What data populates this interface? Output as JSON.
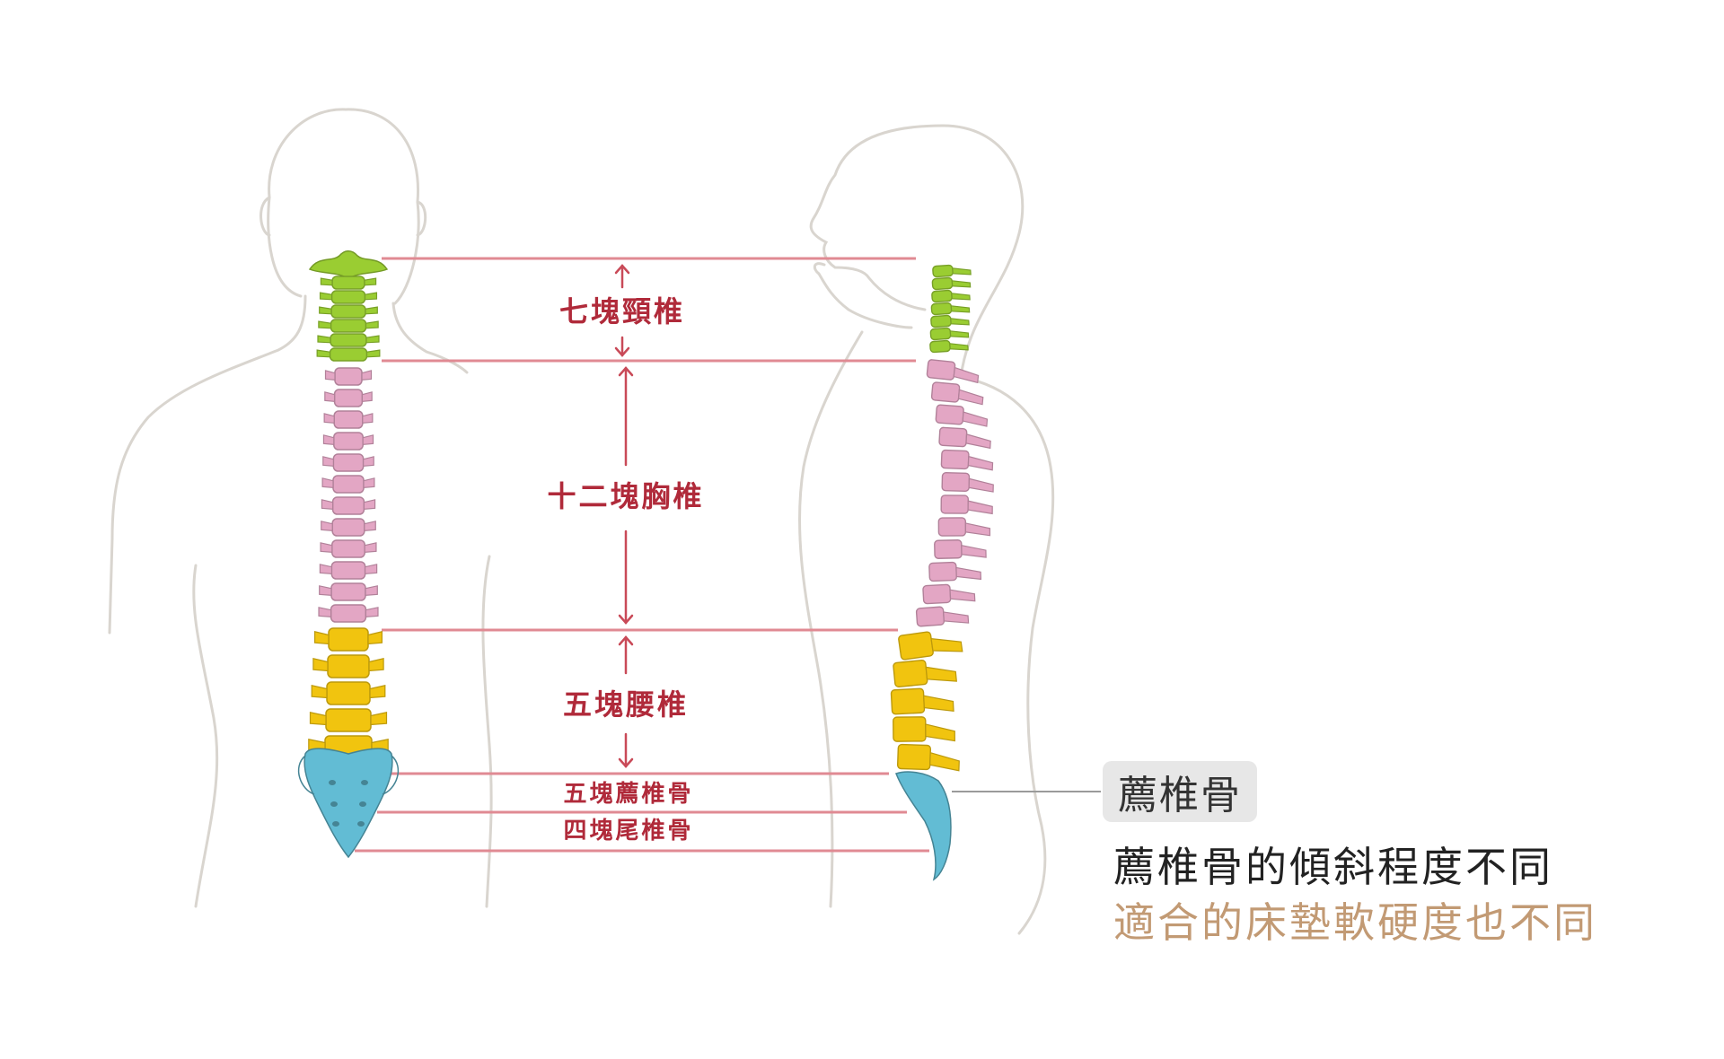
{
  "labels": {
    "cervical": "七塊頸椎",
    "thoracic": "十二塊胸椎",
    "lumbar": "五塊腰椎",
    "sacral": "五塊薦椎骨",
    "coccyx": "四塊尾椎骨"
  },
  "sacrum_tag": "薦椎骨",
  "note": {
    "line1": "薦椎骨的傾斜程度不同",
    "line2": "適合的床墊軟硬度也不同"
  },
  "colors": {
    "cervical": "#9acd32",
    "thoracic": "#e3a6c4",
    "lumbar": "#f1c40f",
    "sacral": "#62bcd4",
    "guide_line": "#e08a93",
    "label_text": "#b02a3a",
    "note_accent": "#c29a74"
  }
}
